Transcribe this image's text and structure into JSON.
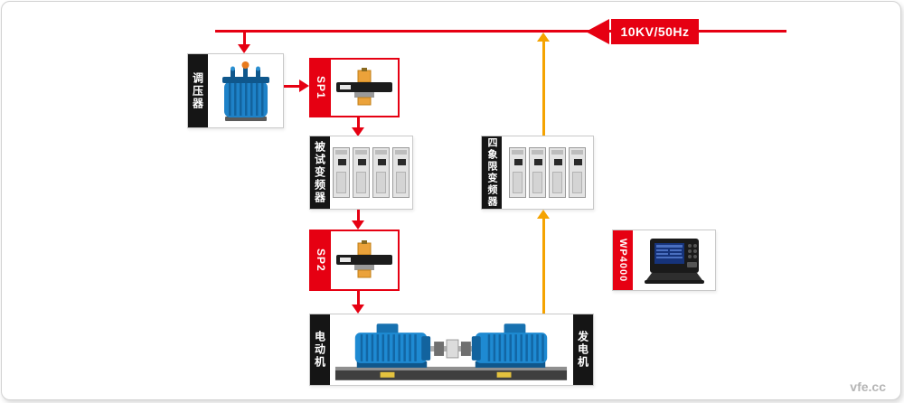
{
  "diagram": {
    "power_source": "10KV/50Hz",
    "nodes": {
      "regulator": "调压器",
      "sp1": "SP1",
      "tested_inverter": "被试变频器",
      "sp2": "SP2",
      "four_quadrant_inverter": "四象限变频器",
      "wp4000": "WP4000",
      "motor": "电动机",
      "generator": "发电机"
    },
    "colors": {
      "main_circuit": "#e60012",
      "feedback_circuit": "#f5a300",
      "label_background": "#151515",
      "machine_blue": "#1e8ad2"
    }
  },
  "watermark": "vfe.cc"
}
